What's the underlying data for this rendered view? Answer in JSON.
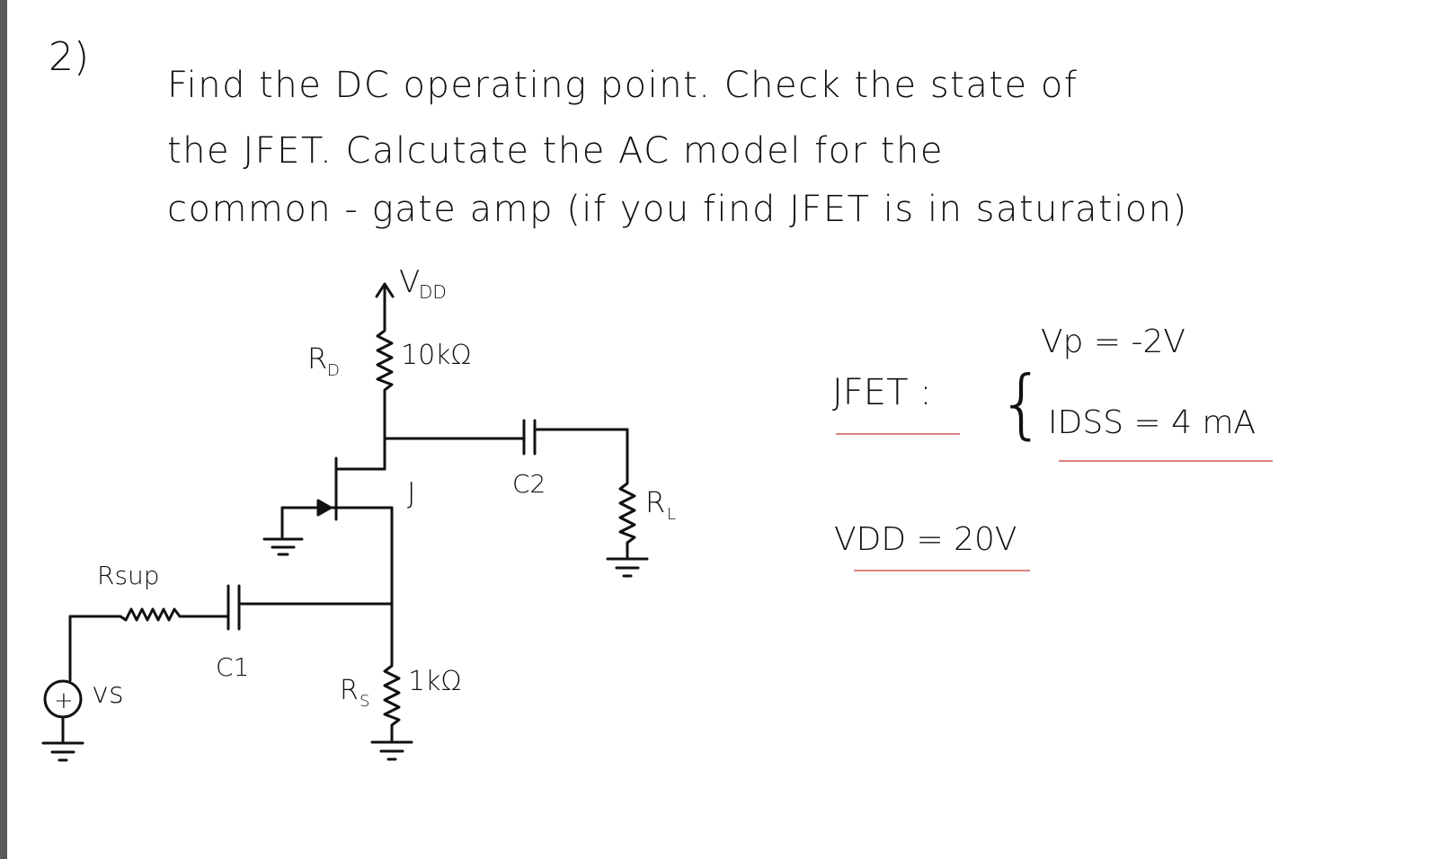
{
  "problem": {
    "number": "2)",
    "lines": [
      "Find the DC operating point. Check the state of",
      "the JFET. Calcutate the AC model for the",
      "common - gate amp (if you find JFET is in saturation)"
    ]
  },
  "circuit": {
    "vdd_label": "V",
    "vdd_sub": "DD",
    "rd_label": "R",
    "rd_sub": "D",
    "rd_value": "10kΩ",
    "c2_label": "C2",
    "rl_label": "R",
    "rl_sub": "L",
    "jfet_label": "J",
    "rsup_label": "Rsup",
    "c1_label": "C1",
    "rs_label": "R",
    "rs_sub": "S",
    "rs_value": "1kΩ",
    "source_label": "vs",
    "source_symbol": "+"
  },
  "params": {
    "jfet_title": "JFET :",
    "vp": "Vp = -2V",
    "idss": "IDSS = 4 mA",
    "vdd": "VDD = 20V"
  },
  "colors": {
    "ink": "#111111",
    "underline": "#d86a6a",
    "frame": "#5a5a5a"
  }
}
